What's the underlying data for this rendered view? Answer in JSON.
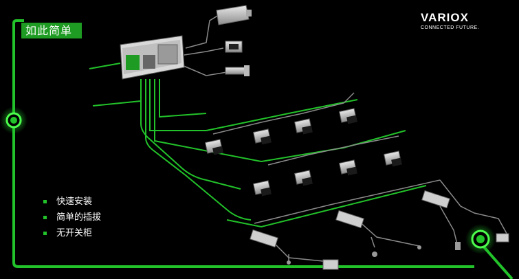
{
  "badge": {
    "title": "如此简单"
  },
  "brand": {
    "name": "VARIO",
    "mark": "X",
    "tagline": "CONNECTED FUTURE."
  },
  "features": [
    "快速安装",
    "简单的插拔",
    "无开关柜"
  ],
  "colors": {
    "accent": "#22c22a",
    "badge": "#1e9b22",
    "background": "#000000",
    "cable": "#8a8a8a"
  }
}
